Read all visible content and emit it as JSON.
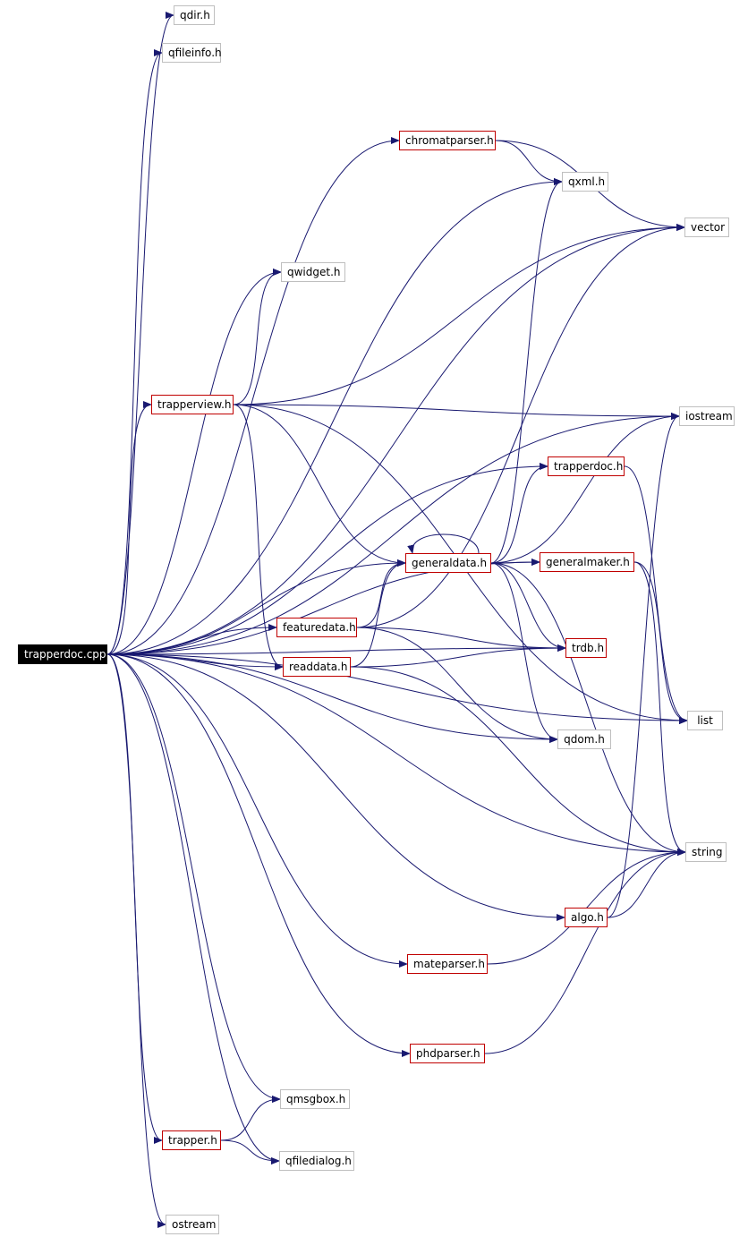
{
  "graph": {
    "edge_color": "#191970",
    "doc_border_color": "#c00000",
    "ext_border_color": "#bfbfbf",
    "root_color": "#000000",
    "nodes": {
      "trapperdoc_cpp": {
        "label": "trapperdoc.cpp",
        "kind": "root"
      },
      "qdir_h": {
        "label": "qdir.h",
        "kind": "ext"
      },
      "qfileinfo_h": {
        "label": "qfileinfo.h",
        "kind": "ext"
      },
      "chromatparser_h": {
        "label": "chromatparser.h",
        "kind": "doc"
      },
      "qxml_h": {
        "label": "qxml.h",
        "kind": "ext"
      },
      "vector": {
        "label": "vector",
        "kind": "ext"
      },
      "qwidget_h": {
        "label": "qwidget.h",
        "kind": "ext"
      },
      "trapperview_h": {
        "label": "trapperview.h",
        "kind": "doc"
      },
      "iostream": {
        "label": "iostream",
        "kind": "ext"
      },
      "trapperdoc_h": {
        "label": "trapperdoc.h",
        "kind": "doc"
      },
      "generaldata_h": {
        "label": "generaldata.h",
        "kind": "doc"
      },
      "generalmaker_h": {
        "label": "generalmaker.h",
        "kind": "doc"
      },
      "featuredata_h": {
        "label": "featuredata.h",
        "kind": "doc"
      },
      "readdata_h": {
        "label": "readdata.h",
        "kind": "doc"
      },
      "trdb_h": {
        "label": "trdb.h",
        "kind": "doc"
      },
      "list": {
        "label": "list",
        "kind": "ext"
      },
      "qdom_h": {
        "label": "qdom.h",
        "kind": "ext"
      },
      "string": {
        "label": "string",
        "kind": "ext"
      },
      "algo_h": {
        "label": "algo.h",
        "kind": "doc"
      },
      "mateparser_h": {
        "label": "mateparser.h",
        "kind": "doc"
      },
      "phdparser_h": {
        "label": "phdparser.h",
        "kind": "doc"
      },
      "qmsgbox_h": {
        "label": "qmsgbox.h",
        "kind": "ext"
      },
      "trapper_h": {
        "label": "trapper.h",
        "kind": "doc"
      },
      "qfiledialog_h": {
        "label": "qfiledialog.h",
        "kind": "ext"
      },
      "ostream": {
        "label": "ostream",
        "kind": "ext"
      }
    },
    "edges": [
      [
        "trapperdoc_cpp",
        "qdir_h"
      ],
      [
        "trapperdoc_cpp",
        "qfileinfo_h"
      ],
      [
        "trapperdoc_cpp",
        "chromatparser_h"
      ],
      [
        "trapperdoc_cpp",
        "qxml_h"
      ],
      [
        "trapperdoc_cpp",
        "vector"
      ],
      [
        "trapperdoc_cpp",
        "qwidget_h"
      ],
      [
        "trapperdoc_cpp",
        "trapperview_h"
      ],
      [
        "trapperdoc_cpp",
        "iostream"
      ],
      [
        "trapperdoc_cpp",
        "trapperdoc_h"
      ],
      [
        "trapperdoc_cpp",
        "generaldata_h"
      ],
      [
        "trapperdoc_cpp",
        "generalmaker_h"
      ],
      [
        "trapperdoc_cpp",
        "featuredata_h"
      ],
      [
        "trapperdoc_cpp",
        "readdata_h"
      ],
      [
        "trapperdoc_cpp",
        "trdb_h"
      ],
      [
        "trapperdoc_cpp",
        "qdom_h"
      ],
      [
        "trapperdoc_cpp",
        "list"
      ],
      [
        "trapperdoc_cpp",
        "algo_h"
      ],
      [
        "trapperdoc_cpp",
        "mateparser_h"
      ],
      [
        "trapperdoc_cpp",
        "string"
      ],
      [
        "trapperdoc_cpp",
        "phdparser_h"
      ],
      [
        "trapperdoc_cpp",
        "qmsgbox_h"
      ],
      [
        "trapperdoc_cpp",
        "trapper_h"
      ],
      [
        "trapperdoc_cpp",
        "qfiledialog_h"
      ],
      [
        "trapperdoc_cpp",
        "ostream"
      ],
      [
        "chromatparser_h",
        "qxml_h"
      ],
      [
        "chromatparser_h",
        "vector"
      ],
      [
        "trapperview_h",
        "qwidget_h"
      ],
      [
        "trapperview_h",
        "vector"
      ],
      [
        "trapperview_h",
        "iostream"
      ],
      [
        "trapperview_h",
        "list"
      ],
      [
        "trapperview_h",
        "generaldata_h"
      ],
      [
        "trapperview_h",
        "readdata_h"
      ],
      [
        "trapperdoc_h",
        "list"
      ],
      [
        "generaldata_h",
        "generaldata_h"
      ],
      [
        "generaldata_h",
        "qxml_h"
      ],
      [
        "generaldata_h",
        "trapperdoc_h"
      ],
      [
        "generaldata_h",
        "iostream"
      ],
      [
        "generaldata_h",
        "generalmaker_h"
      ],
      [
        "generaldata_h",
        "trdb_h"
      ],
      [
        "generaldata_h",
        "qdom_h"
      ],
      [
        "generaldata_h",
        "string"
      ],
      [
        "generalmaker_h",
        "list"
      ],
      [
        "generalmaker_h",
        "string"
      ],
      [
        "featuredata_h",
        "generaldata_h"
      ],
      [
        "featuredata_h",
        "vector"
      ],
      [
        "featuredata_h",
        "trdb_h"
      ],
      [
        "featuredata_h",
        "qdom_h"
      ],
      [
        "readdata_h",
        "generaldata_h"
      ],
      [
        "readdata_h",
        "trdb_h"
      ],
      [
        "readdata_h",
        "string"
      ],
      [
        "algo_h",
        "iostream"
      ],
      [
        "algo_h",
        "string"
      ],
      [
        "mateparser_h",
        "string"
      ],
      [
        "phdparser_h",
        "string"
      ],
      [
        "trapper_h",
        "qmsgbox_h"
      ],
      [
        "trapper_h",
        "qfiledialog_h"
      ]
    ]
  }
}
